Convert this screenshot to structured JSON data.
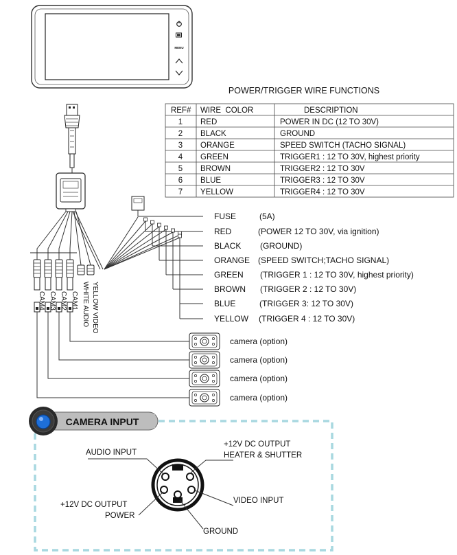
{
  "table": {
    "title": "POWER/TRIGGER WIRE FUNCTIONS",
    "headers": [
      "REF#",
      "WIRE  COLOR",
      "DESCRIPTION"
    ],
    "rows": [
      [
        "1",
        "RED",
        "POWER IN DC (12 TO 30V)"
      ],
      [
        "2",
        "BLACK",
        "GROUND"
      ],
      [
        "3",
        "ORANGE",
        "SPEED SWITCH (TACHO SIGNAL)"
      ],
      [
        "4",
        "GREEN",
        "TRIGGER1 : 12 TO 30V, highest priority"
      ],
      [
        "5",
        "BROWN",
        "TRIGGER2 : 12 TO 30V"
      ],
      [
        "6",
        "BLUE",
        "TRIGGER3 : 12 TO 30V"
      ],
      [
        "7",
        "YELLOW",
        "TRIGGER4 : 12 TO 30V"
      ]
    ]
  },
  "monitor": {
    "button_menu": "MENU"
  },
  "wires": [
    {
      "name": "FUSE",
      "desc": "(5A)"
    },
    {
      "name": "RED",
      "desc": "(POWER 12 TO 30V, via ignition)"
    },
    {
      "name": "BLACK",
      "desc": "(GROUND)"
    },
    {
      "name": "ORANGE",
      "desc": "(SPEED SWITCH;TACHO SIGNAL)"
    },
    {
      "name": "GREEN",
      "desc": "(TRIGGER 1 : 12 TO 30V, highest priority)"
    },
    {
      "name": "BROWN",
      "desc": "(TRIGGER 2 : 12 TO 30V)"
    },
    {
      "name": "BLUE",
      "desc": "(TRIGGER 3: 12 TO 30V)"
    },
    {
      "name": "YELLOW",
      "desc": "(TRIGGER 4 : 12 TO 30V)"
    }
  ],
  "connectors": {
    "cam4": "CAM4",
    "cam3": "CAM3",
    "cam2": "CAM2",
    "cam1": "CAM1",
    "white_audio": "WHITE AUDIO",
    "yellow_video": "YELLOW VIDEO"
  },
  "cameras": [
    {
      "label": "camera  (option)"
    },
    {
      "label": "camera  (option)"
    },
    {
      "label": "camera  (option)"
    },
    {
      "label": "camera  (option)"
    }
  ],
  "camera_input": {
    "title": "CAMERA INPUT",
    "audio_input": "AUDIO INPUT",
    "dc_out_heater_1": "+12V DC OUTPUT",
    "dc_out_heater_2": "HEATER & SHUTTER",
    "video_input": "VIDEO INPUT",
    "dc_out_power_1": "+12V DC OUTPUT",
    "dc_out_power_2": "POWER",
    "ground": "GROUND"
  },
  "colors": {
    "dashed_border": "#a8d8e0",
    "badge_blue": "#1e6fd9",
    "badge_dark": "#2a2a2a",
    "badge_gray": "#bdbdbd"
  }
}
